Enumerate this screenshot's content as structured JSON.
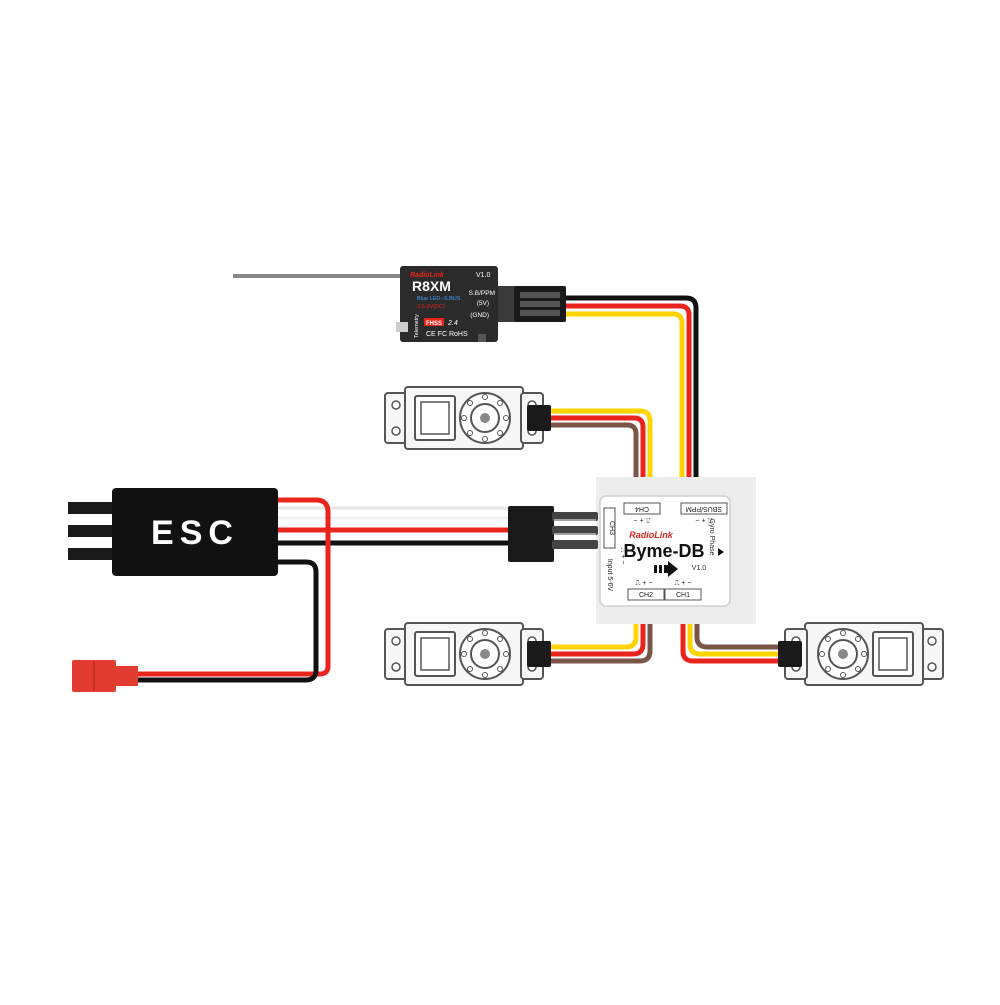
{
  "receiver": {
    "brand": "RadioLink",
    "model": "R8XM",
    "version": "V1.0",
    "pin_sbus": "S.B/PPM",
    "pin_power": "(5V)",
    "pin_gnd": "(GND)",
    "led_text": "Blue LED--S.BUS",
    "voltage_text": "3.5-9V(DC)",
    "side_label": "Telemetry",
    "fhss_label": "FHSS",
    "band_label": "2.4",
    "cert_label": "CE FC RoHS"
  },
  "esc": {
    "label": "ESC"
  },
  "controller": {
    "brand": "RadioLink",
    "model": "Byme-DB",
    "version": "V1.0",
    "ch1": "CH1",
    "ch2": "CH2",
    "ch3": "CH3",
    "ch4": "CH4",
    "sbus": "SBUS/PPM",
    "input": "Input 5-6V",
    "gyro_phase": "Gyro Phase",
    "pin_marks": "⎍ + −"
  },
  "colors": {
    "signal": "#ffd400",
    "power": "#e8241c",
    "ground_black": "#111111",
    "ground_brown": "#7a5548",
    "servo_case": "#f7f7f7",
    "servo_outline": "#555555",
    "connector": "#1a1a1a",
    "battery_plug": "#e23b2f"
  },
  "icons": {
    "servos": "servo-icon",
    "antenna": "antenna-icon",
    "arrow": "direction-arrow-icon"
  }
}
